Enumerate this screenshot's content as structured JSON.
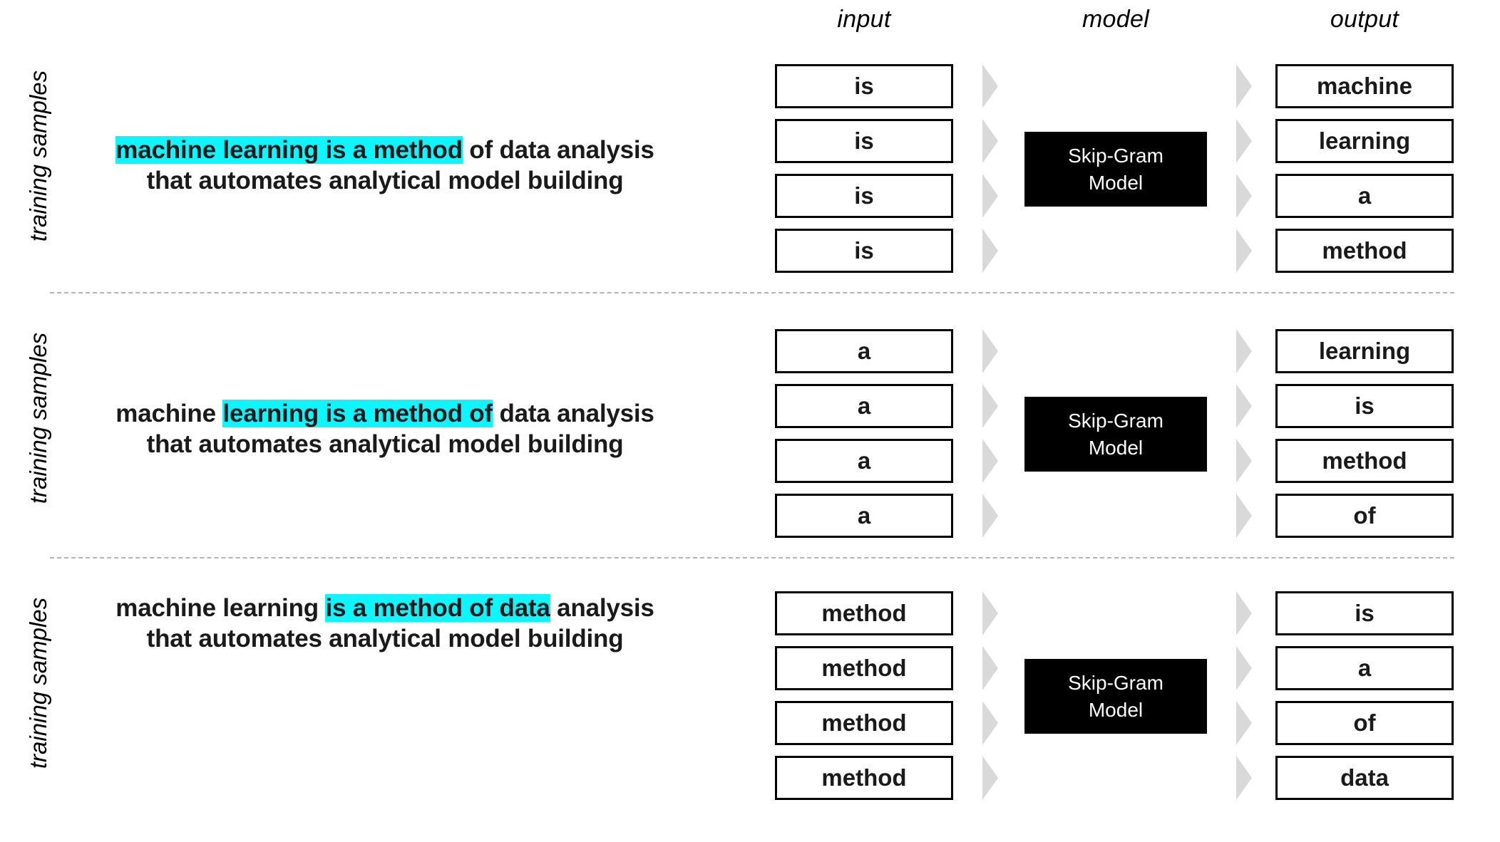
{
  "headers": {
    "input": "input",
    "model": "model",
    "output": "output"
  },
  "side_label": "training samples",
  "model_box": {
    "line1": "Skip-Gram",
    "line2": "Model"
  },
  "colors": {
    "highlight": "#0ff5ff",
    "box_border": "#000000",
    "model_bg": "#000000",
    "model_text": "#ffffff",
    "chevron": "#d9d9d9",
    "divider": "#b3b3b3"
  },
  "blocks": [
    {
      "label": "training samples",
      "sentence": {
        "line1_pre": "",
        "line1_highlight": "machine learning is a method",
        "line1_post": " of data analysis",
        "line2": "that automates analytical model building"
      },
      "pairs": [
        {
          "input": "is",
          "output": "machine"
        },
        {
          "input": "is",
          "output": "learning"
        },
        {
          "input": "is",
          "output": "a"
        },
        {
          "input": "is",
          "output": "method"
        }
      ]
    },
    {
      "label": "training samples",
      "sentence": {
        "line1_pre": "machine ",
        "line1_highlight": "learning is a method of",
        "line1_post": " data analysis",
        "line2": "that automates analytical model building"
      },
      "pairs": [
        {
          "input": "a",
          "output": "learning"
        },
        {
          "input": "a",
          "output": "is"
        },
        {
          "input": "a",
          "output": "method"
        },
        {
          "input": "a",
          "output": "of"
        }
      ]
    },
    {
      "label": "training samples",
      "sentence": {
        "line1_pre": "machine learning ",
        "line1_highlight": "is a method of data",
        "line1_post": " analysis",
        "line2": "that automates analytical model building"
      },
      "pairs": [
        {
          "input": "method",
          "output": "is"
        },
        {
          "input": "method",
          "output": "a"
        },
        {
          "input": "method",
          "output": "of"
        },
        {
          "input": "method",
          "output": "data"
        }
      ]
    }
  ]
}
